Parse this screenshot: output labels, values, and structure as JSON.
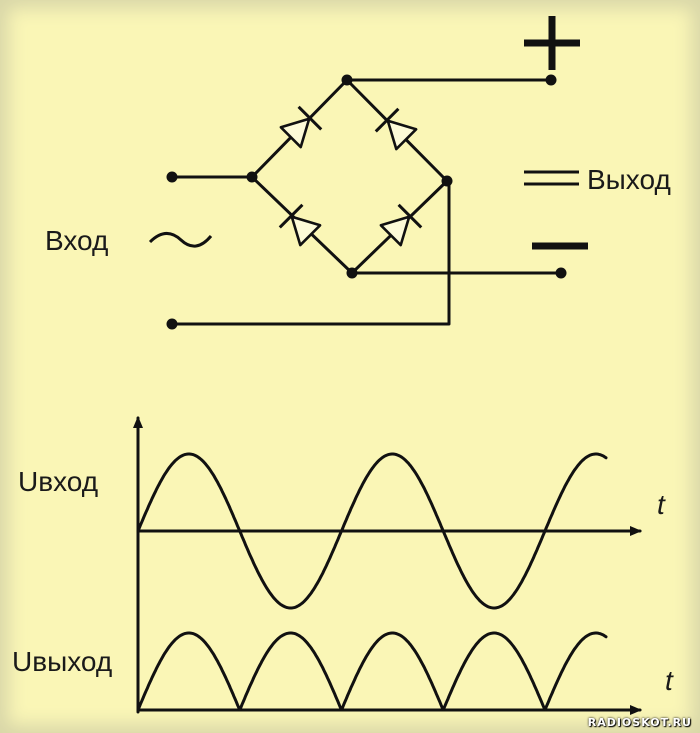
{
  "labels": {
    "input": "Вход",
    "output": "Выход",
    "plus": "+",
    "minus": "—",
    "u_in": "Uвход",
    "u_out": "Uвыход",
    "time_axis_1": "t",
    "time_axis_2": "t"
  },
  "watermark": "RADIOSKOT.RU",
  "colors": {
    "background": "#faf6b6",
    "ink": "#111111"
  },
  "chart_data": [
    {
      "type": "line",
      "series": [
        {
          "name": "Uвход",
          "function": "sin",
          "periods": 2.3
        }
      ],
      "xlabel": "t",
      "ylabel": "Uвход",
      "grid": false
    },
    {
      "type": "line",
      "series": [
        {
          "name": "Uвыход",
          "function": "abs(sin)",
          "half_periods": 4.6
        }
      ],
      "xlabel": "t",
      "ylabel": "Uвыход",
      "grid": false
    }
  ]
}
